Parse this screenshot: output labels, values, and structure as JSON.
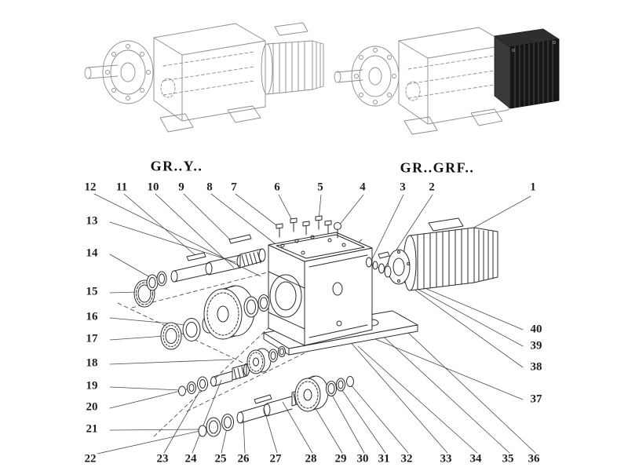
{
  "colors": {
    "main_line": "#2b2b2b",
    "light_line": "#8c8c8c",
    "leader_line": "#4a4a4a",
    "dark_block": "#161616",
    "background": "#ffffff"
  },
  "models": {
    "left": "GR..Y..",
    "right": "GR..GRF.."
  },
  "callouts": {
    "top": [
      "12",
      "11",
      "10",
      "9",
      "8",
      "7",
      "6",
      "5",
      "4",
      "3",
      "2",
      "1"
    ],
    "left": [
      "13",
      "14",
      "15",
      "16",
      "17",
      "18",
      "19",
      "20",
      "21"
    ],
    "bottom": [
      "22",
      "23",
      "24",
      "25",
      "26",
      "27",
      "28",
      "29",
      "30",
      "31",
      "32",
      "33",
      "34",
      "35",
      "36"
    ],
    "right": [
      "40",
      "39",
      "38",
      "37"
    ]
  }
}
